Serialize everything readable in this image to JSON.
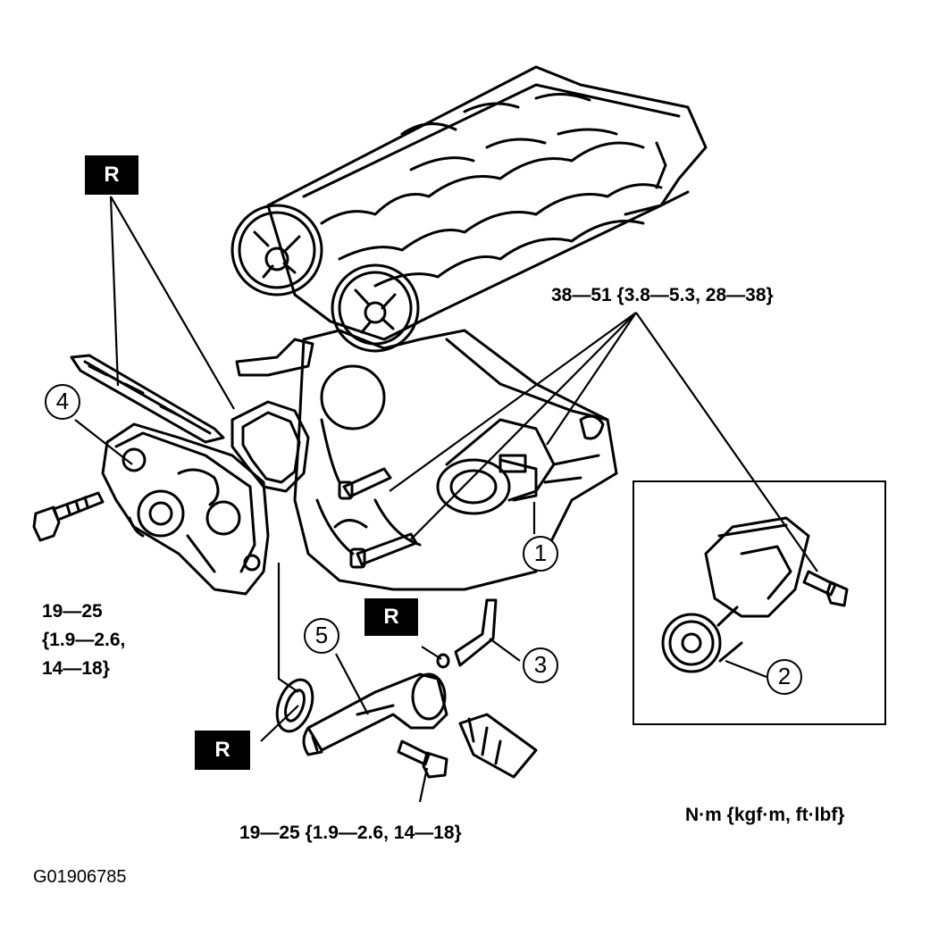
{
  "callouts": {
    "c1": "1",
    "c2": "2",
    "c3": "3",
    "c4": "4",
    "c5": "5"
  },
  "replace_marks": {
    "top": "R",
    "middle": "R",
    "bottom": "R"
  },
  "torque": {
    "upper_right": "38—51 {3.8—5.3, 28—38}",
    "left_line1": "19—25",
    "left_line2": "{1.9—2.6,",
    "left_line3": "14—18}",
    "bottom": "19—25 {1.9—2.6, 14—18}"
  },
  "units": "N·m {kgf·m, ft·lbf}",
  "figure_id": "G01906785"
}
